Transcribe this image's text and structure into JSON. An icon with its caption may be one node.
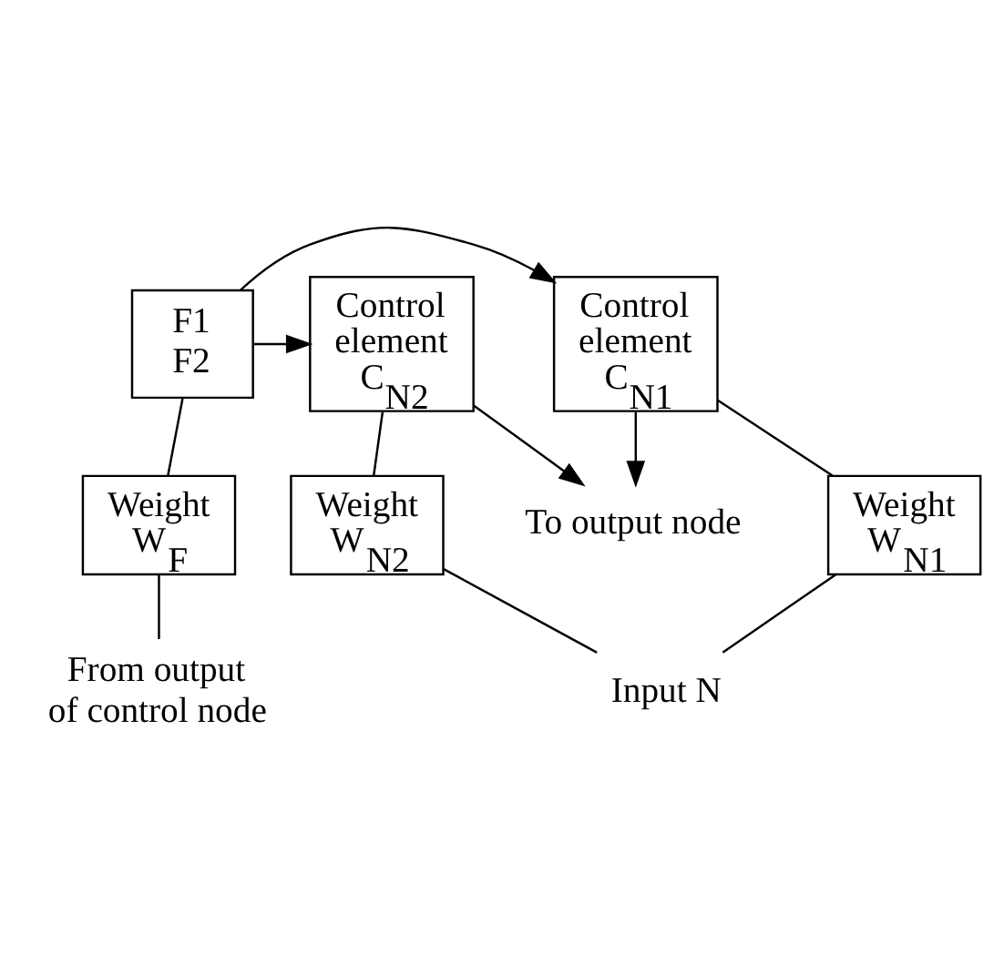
{
  "diagram": {
    "nodes": [
      {
        "text": [
          "To output node"
        ]
      },
      {
        "text": [
          "Control element C$_{N1}$"
        ]
      },
      {
        "text": [
          "Control element C$_{N2}$"
        ]
      },
      {
        "text": [
          "F1 F2"
        ]
      },
      {
        "text": [
          "Weight W$_{N1}$"
        ]
      },
      {
        "text": [
          "Weight W$_{N2}$"
        ]
      },
      {
        "text": [
          "Weight W$_{F}$"
        ]
      },
      {
        "text": [
          "Input N"
        ]
      },
      {
        "text": [
          "From output of control node"
        ]
      }
    ],
    "edges": [
      {
        "from": 1,
        "to": 0,
        "arrow": "to"
      },
      {
        "from": 2,
        "to": 0,
        "arrow": "to"
      },
      {
        "from": 3,
        "to": 1,
        "arrow": "to"
      },
      {
        "from": 3,
        "to": 2,
        "arrow": "to"
      },
      {
        "from": 1,
        "to": 4,
        "arrow": "none"
      },
      {
        "from": 2,
        "to": 5,
        "arrow": "none"
      },
      {
        "from": 3,
        "to": 6,
        "arrow": "none"
      },
      {
        "from": 4,
        "to": 7,
        "arrow": "none"
      },
      {
        "from": 5,
        "to": 7,
        "arrow": "none"
      },
      {
        "from": 6,
        "to": 8,
        "arrow": "none"
      }
    ]
  }
}
